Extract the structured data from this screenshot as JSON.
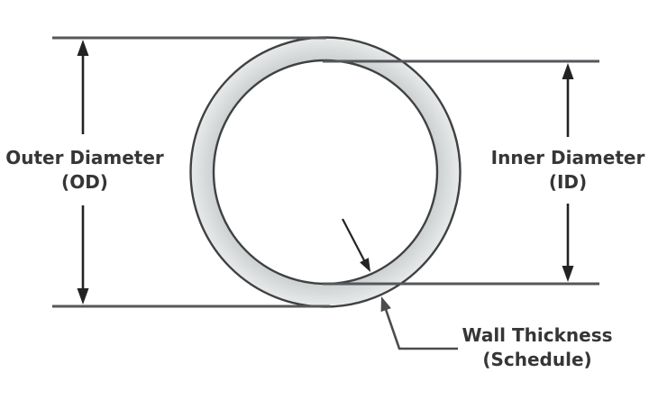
{
  "diagram": {
    "type": "pipe-cross-section-dimension-diagram",
    "labels": {
      "outer_diameter_line1": "Outer Diameter",
      "outer_diameter_line2": "(OD)",
      "inner_diameter_line1": "Inner Diameter",
      "inner_diameter_line2": "(ID)",
      "wall_thickness_line1": "Wall Thickness",
      "wall_thickness_line2": "(Schedule)"
    },
    "colors": {
      "background": "#ffffff",
      "dimension_line": "#55575a",
      "arrow": "#232323",
      "leader_line": "#4a4c4e",
      "text": "#363638",
      "ring_outline": "#3f4142",
      "ring_fill_outer": "#e9ebeb",
      "ring_fill_inner": "#c8cccd",
      "pipe_bore_fill": "#ffffff"
    }
  }
}
